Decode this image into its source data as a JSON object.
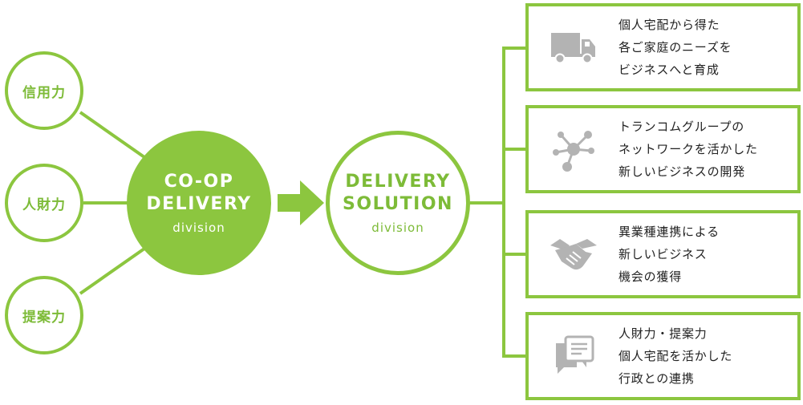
{
  "left_circles": [
    {
      "label": "信用力"
    },
    {
      "label": "人財力"
    },
    {
      "label": "提案力"
    }
  ],
  "coop": {
    "line1": "CO-OP",
    "line2": "DELIVERY",
    "sub": "division"
  },
  "solution": {
    "line1": "DELIVERY",
    "line2": "SOLUTION",
    "sub": "division"
  },
  "boxes": [
    {
      "icon": "truck-icon",
      "lines": [
        "個人宅配から得た",
        "各ご家庭のニーズを",
        "ビジネスへと育成"
      ]
    },
    {
      "icon": "network-icon",
      "lines": [
        "トランコムグループの",
        "ネットワークを活かした",
        "新しいビジネスの開発"
      ]
    },
    {
      "icon": "handshake-icon",
      "lines": [
        "異業種連携による",
        "新しいビジネス",
        "機会の獲得"
      ]
    },
    {
      "icon": "chat-icon",
      "lines": [
        "人財力・提案力",
        "個人宅配を活かした",
        "行政との連携"
      ]
    }
  ],
  "colors": {
    "accent": "#8cc63f",
    "accent_text": "#7dbb38",
    "icon_gray": "#b3b3b3",
    "body_text": "#222222"
  }
}
